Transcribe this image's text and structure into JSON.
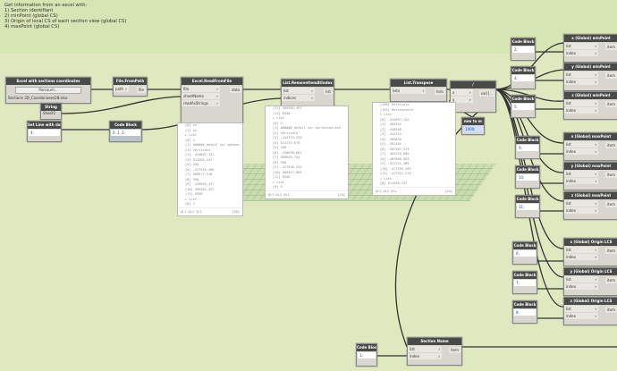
{
  "note": [
    "Get information from an excel with:",
    "1) Section identifiant",
    "2) minPoint (global CS)",
    "3) Origin of local CS of each section view (global CS)",
    "4) maxPoint (global CS)"
  ],
  "excel_node": {
    "title": "Excel with sections coordinates",
    "button": "Parcourir...",
    "file": "Sections 3D_Coordonnees28.xlsx"
  },
  "file_from_path": {
    "title": "File.FromPath",
    "in": "path",
    "out": "file"
  },
  "read_excel": {
    "title": "Excel.ReadFromFile",
    "in": [
      "file",
      "sheetName",
      "readAsStrings"
    ],
    "out": "data"
  },
  "string_node": {
    "title": "String",
    "value": "Sheet1"
  },
  "set_line": {
    "title": "Set Line with data",
    "value": "4;"
  },
  "code_block_indices": {
    "title": "Code Block",
    "value": "0..1..2;"
  },
  "remove_items": {
    "title": "List.RemoveItemAtIndex",
    "in": [
      "list",
      "indices"
    ],
    "out": "list"
  },
  "transpose": {
    "title": "List.Transpose",
    "in": [
      "lists"
    ],
    "out": "lists"
  },
  "divide": {
    "title": "/",
    "in": [
      "x",
      "y"
    ],
    "out": "var[]..."
  },
  "mm_to_m": {
    "title": "mm to m",
    "value": "1000;"
  },
  "watch1": {
    "lines": [
      "[0] ss",
      "[1] ss",
      "▸ List",
      "[0] 4",
      "[1] ######_detail sur poteau",
      "[2] Verticale",
      "[3] -414897,152",
      "[4] 511264,247",
      "[5] 250",
      "[6] -417555,566",
      "[7] 509517,516",
      "[8] 350",
      "[9] -419856,437",
      "[10] 509452,437",
      "[11] 6350",
      "▸ List",
      "[0] 2"
    ],
    "levels": "@L3 @L2 @L1",
    "count": "{50}"
  },
  "watch2": {
    "lines": [
      "[12] 509365,497",
      "[13] 6350",
      "▸ List",
      "[0] 4",
      "[1] ######_detail sur portesvoiries",
      "[2] Verticale",
      "[3] -414713,253",
      "[4] 511115,675",
      "[5] 350",
      "[6] -416659,661",
      "[7] 509620,743",
      "[8] 350",
      "[9] -417656,532",
      "[10] 509517,865",
      "[11] 6350",
      "▸ List",
      "[0] 5"
    ],
    "levels": "@L3 @L2 @L1",
    "count": "{24}"
  },
  "watch3": {
    "lines": [
      "[100] Verticale",
      "[101] Horizontale",
      "▸ List",
      "[0] -414897,152",
      "[1] -402552",
      "[2] -416540",
      "[3] -414713",
      "[4] -385856",
      "[5] -391265",
      "[6] -507387,313",
      "[7] -365753,605",
      "[8] -467668,853",
      "[9] -417221,409",
      "[10] -417299,205",
      "[11] -417511,219",
      "▸ List",
      "[0] 511458,347"
    ],
    "levels": "@L3 @L2 @L1",
    "count": "{44}"
  },
  "right_nodes": [
    {
      "title": "x (Global) minPoint",
      "cb": "2;"
    },
    {
      "title": "y (Global) minPoint",
      "cb": "4;"
    },
    {
      "title": "z (Global) minPoint",
      "cb": "5;"
    },
    {
      "title": "x (Global) maxPoint",
      "cb": "9;"
    },
    {
      "title": "y (Global) maxPoint",
      "cb": "10;"
    },
    {
      "title": "z (Global) maxPoint",
      "cb": "11;"
    },
    {
      "title": "x (Global) Origin LCS",
      "cb": "6;"
    },
    {
      "title": "y (Global) Origin LCS",
      "cb": "7;"
    },
    {
      "title": "z (Global) Origin LCS",
      "cb": "8;"
    }
  ],
  "cb_title": "Code Block",
  "get_item": {
    "in": [
      "list",
      "index"
    ],
    "out": "item"
  },
  "section_name": {
    "title": "Section Name",
    "cb": "1;"
  }
}
